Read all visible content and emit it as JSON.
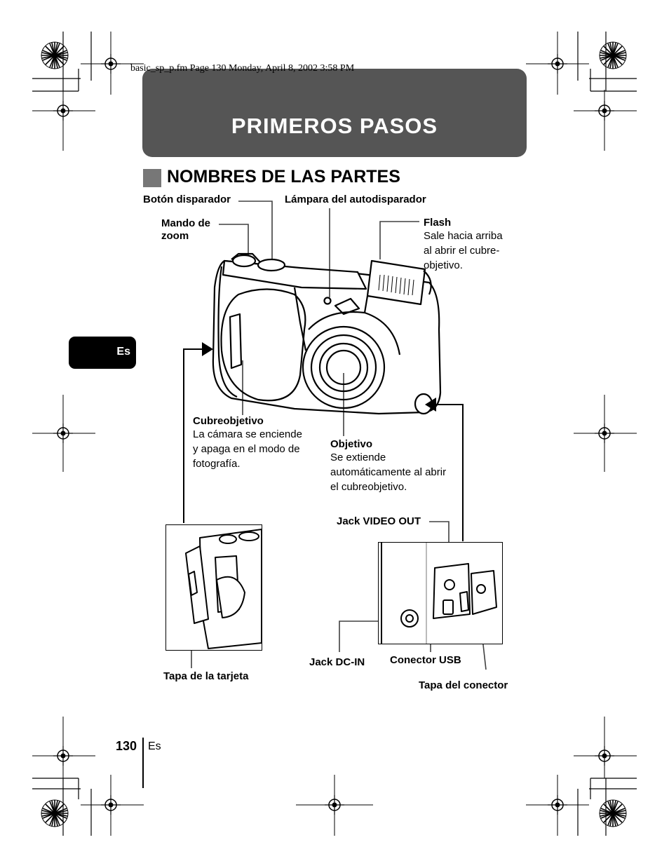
{
  "file_line": "basic_sp_p.fm  Page 130  Monday, April 8, 2002  3:58 PM",
  "header": {
    "title": "PRIMEROS PASOS"
  },
  "section": {
    "title": "NOMBRES DE LAS PARTES"
  },
  "language_tab": "Es",
  "labels": {
    "shutter": "Botón disparador",
    "self_timer": "Lámpara del autodisparador",
    "zoom_line1": "Mando de",
    "zoom_line2": "zoom",
    "flash_title": "Flash",
    "flash_desc1": "Sale hacia arriba",
    "flash_desc2": "al abrir el cubre-",
    "flash_desc3": "objetivo.",
    "cover_title": "Cubreobjetivo",
    "cover_desc1": "La cámara se enciende",
    "cover_desc2": "y apaga en el modo de",
    "cover_desc3": "fotografía.",
    "lens_title": "Objetivo",
    "lens_desc1": "Se extiende",
    "lens_desc2": "automáticamente al abrir",
    "lens_desc3": "el cubreobjetivo.",
    "video_out": "Jack VIDEO OUT",
    "dc_in": "Jack DC-IN",
    "usb": "Conector USB",
    "connector_cover": "Tapa del conector",
    "card_cover": "Tapa de la tarjeta"
  },
  "footer": {
    "page_number": "130",
    "lang": "Es"
  }
}
